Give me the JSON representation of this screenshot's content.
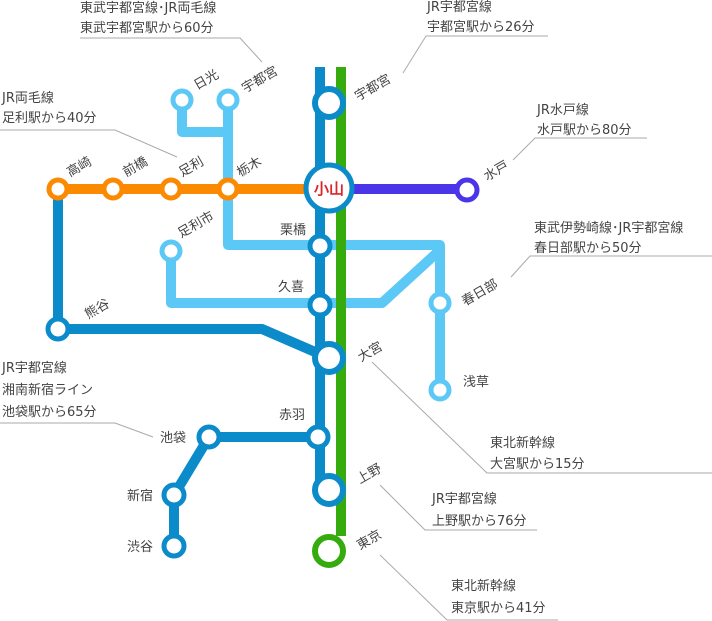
{
  "colors": {
    "jr_utsunomiya": "#0b8bc9",
    "shinkansen": "#35ab0e",
    "ryomo": "#fb8a00",
    "mito": "#4a35e8",
    "tobu": "#5bc8f5",
    "hub_text": "#d9262c",
    "text": "#444444",
    "leader": "#aaaaaa"
  },
  "hub": {
    "name": "小山"
  },
  "stations": {
    "utsunomiya_main": "宇都宮",
    "utsunomiya_branch": "宇都宮",
    "nikko": "日光",
    "takasaki": "高崎",
    "maebashi": "前橋",
    "ashikaga": "足利",
    "tochigi": "栃木",
    "mito": "水戸",
    "kuribashi": "栗橋",
    "ashikagashi": "足利市",
    "kuki": "久喜",
    "kasukabe": "春日部",
    "kumagaya": "熊谷",
    "omiya": "大宮",
    "asakusa": "浅草",
    "akabane": "赤羽",
    "ikebukuro": "池袋",
    "shinjuku": "新宿",
    "shibuya": "渋谷",
    "ueno": "上野",
    "tokyo": "東京"
  },
  "notes": {
    "utsunomiya_tobu": [
      "東武宇都宮線･JR両毛線",
      "東武宇都宮駅から60分"
    ],
    "utsunomiya_jr": [
      "JR宇都宮線",
      "宇都宮駅から26分"
    ],
    "ashikaga": [
      "JR両毛線",
      "足利駅から40分"
    ],
    "mito": [
      "JR水戸線",
      "水戸駅から80分"
    ],
    "kasukabe": [
      "東武伊勢崎線･JR宇都宮線",
      "春日部駅から50分"
    ],
    "ikebukuro": [
      "JR宇都宮線",
      "湘南新宿ライン",
      "池袋駅から65分"
    ],
    "omiya": [
      "東北新幹線",
      "大宮駅から15分"
    ],
    "ueno": [
      "JR宇都宮線",
      "上野駅から76分"
    ],
    "tokyo": [
      "東北新幹線",
      "東京駅から41分"
    ]
  }
}
